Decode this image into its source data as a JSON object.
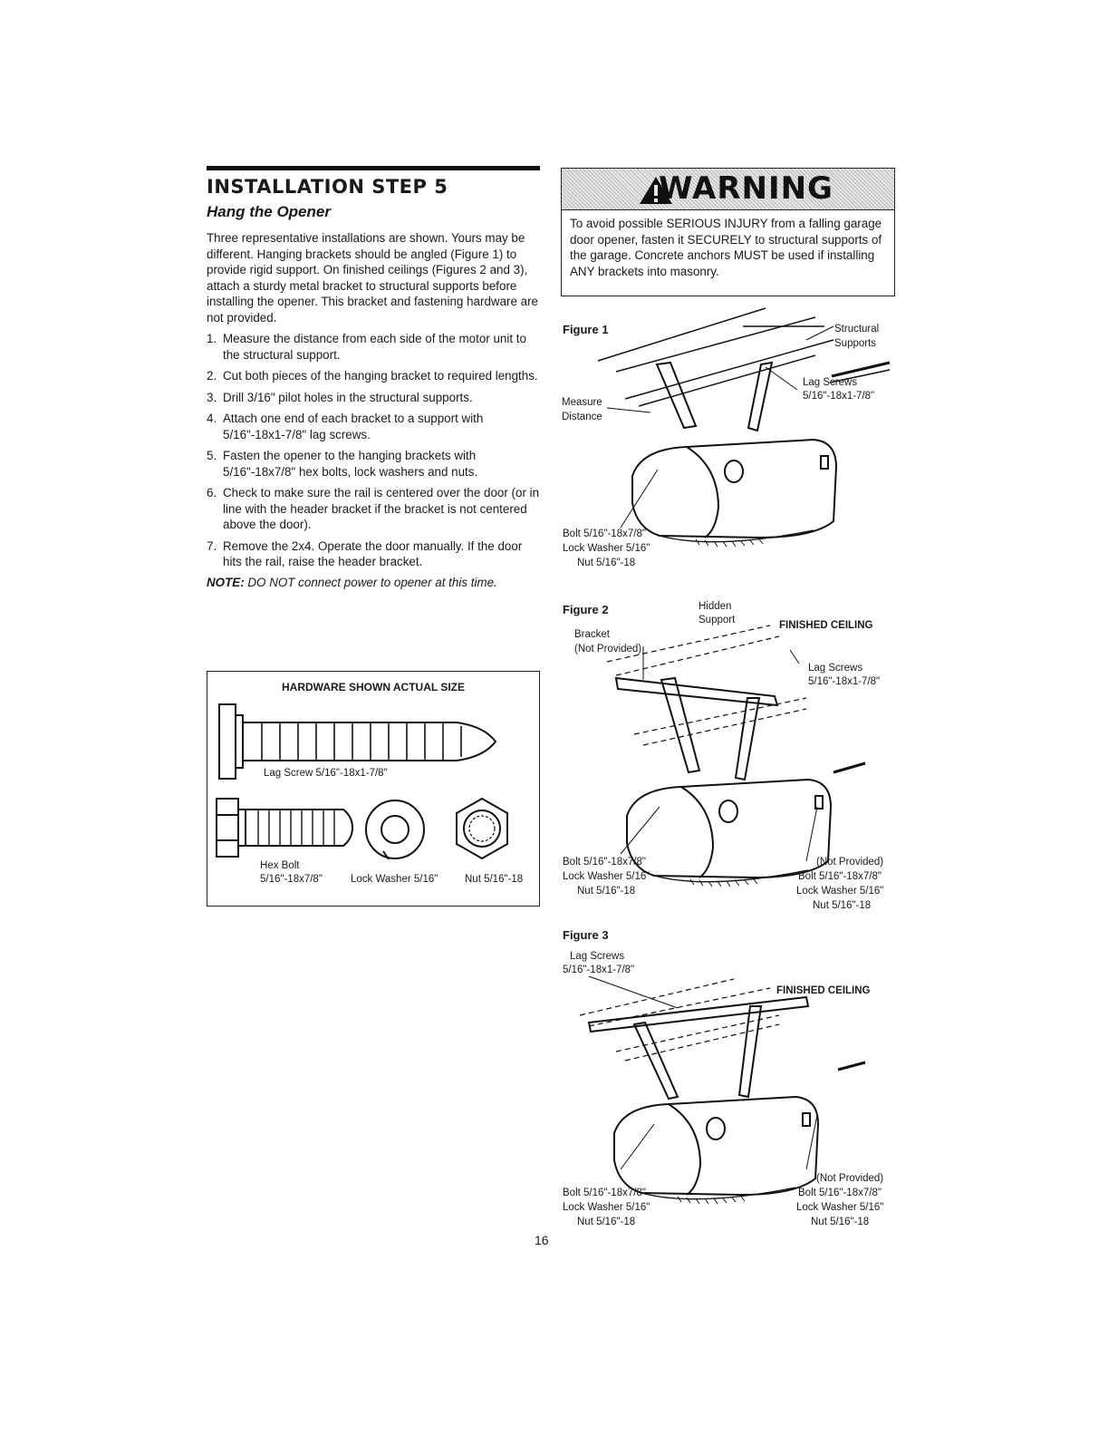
{
  "section": {
    "title": "INSTALLATION STEP 5",
    "subtitle": "Hang the Opener",
    "intro": "Three representative installations are shown. Yours may be different. Hanging brackets should be angled (Figure 1) to provide rigid support. On finished ceilings (Figures 2 and 3), attach a sturdy metal bracket to structural supports before installing the opener. This bracket and fastening hardware are not provided.",
    "steps": [
      {
        "num": "1.",
        "text": "Measure the distance from each side of the motor unit to the structural support."
      },
      {
        "num": "2.",
        "text": "Cut both pieces of the hanging bracket to required lengths."
      },
      {
        "num": "3.",
        "text": "Drill 3/16\" pilot holes in the structural supports."
      },
      {
        "num": "4.",
        "text": "Attach one end of each bracket to a support with 5/16\"-18x1-7/8\" lag screws."
      },
      {
        "num": "5.",
        "text": "Fasten the opener to the hanging brackets with 5/16\"-18x7/8\" hex bolts, lock washers and nuts."
      },
      {
        "num": "6.",
        "text": "Check to make sure the rail is centered over the door (or in line with the header bracket if the bracket is not centered above the door)."
      },
      {
        "num": "7.",
        "text": "Remove the 2x4. Operate the door manually. If the door hits the rail, raise the header bracket."
      }
    ],
    "note_label": "NOTE:",
    "note_text": "DO NOT connect power to opener at this time."
  },
  "hardware": {
    "title": "HARDWARE SHOWN ACTUAL SIZE",
    "lag_screw": "Lag Screw 5/16\"-18x1-7/8\"",
    "hex_bolt_1": "Hex Bolt",
    "hex_bolt_2": "5/16\"-18x7/8\"",
    "lock_washer": "Lock Washer 5/16\"",
    "nut": "Nut 5/16\"-18"
  },
  "warning": {
    "banner": "WARNING",
    "text": "To avoid possible SERIOUS INJURY from a falling garage door opener, fasten it SECURELY to structural supports of the garage. Concrete anchors MUST be used if installing ANY brackets into masonry."
  },
  "figure1": {
    "title": "Figure 1",
    "structural_1": "Structural",
    "structural_2": "Supports",
    "lag_1": "Lag Screws",
    "lag_2": "5/16\"-18x1-7/8\"",
    "measure_1": "Measure",
    "measure_2": "Distance",
    "bolt": "Bolt 5/16\"-18x7/8\"",
    "washer": "Lock Washer 5/16\"",
    "nut": "Nut 5/16\"-18"
  },
  "figure2": {
    "title": "Figure 2",
    "hidden_1": "Hidden",
    "hidden_2": "Support",
    "ceiling": "FINISHED CEILING",
    "bracket_1": "Bracket",
    "bracket_2": "(Not Provided)",
    "lag_1": "Lag Screws",
    "lag_2": "5/16\"-18x1-7/8\"",
    "bolt": "Bolt 5/16\"-18x7/8\"",
    "washer": "Lock Washer 5/16\"",
    "nut": "Nut 5/16\"-18",
    "r_np": "(Not Provided)",
    "r_bolt": "Bolt 5/16\"-18x7/8\"",
    "r_washer": "Lock Washer 5/16\"",
    "r_nut": "Nut 5/16\"-18"
  },
  "figure3": {
    "title": "Figure 3",
    "lag_1": "Lag Screws",
    "lag_2": "5/16\"-18x1-7/8\"",
    "ceiling": "FINISHED CEILING",
    "bolt": "Bolt 5/16\"-18x7/8\"",
    "washer": "Lock Washer 5/16\"",
    "nut": "Nut 5/16\"-18",
    "r_np": "(Not Provided)",
    "r_bolt": "Bolt 5/16\"-18x7/8\"",
    "r_washer": "Lock Washer 5/16\"",
    "r_nut": "Nut 5/16\"-18"
  },
  "page_number": "16"
}
